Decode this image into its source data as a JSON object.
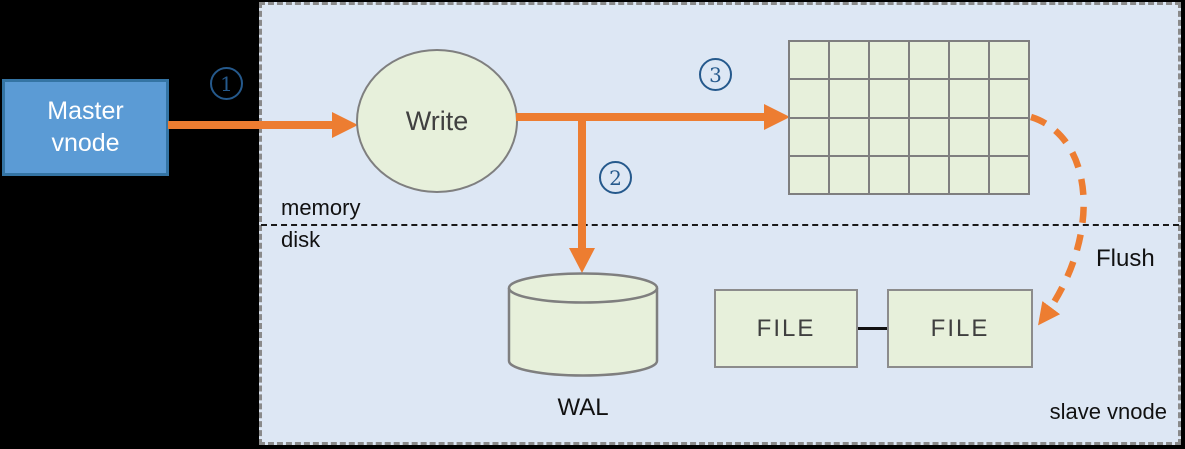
{
  "colors": {
    "accent_orange": "#ED7D31",
    "master_fill": "#5B9BD5",
    "master_border": "#3474A4",
    "node_fill": "#E7F0DB",
    "node_border": "#7F7F7F",
    "panel_bg": "#DDE7F4",
    "step_circle_blue": "#25598C",
    "background": "#000000"
  },
  "master_node": {
    "line1": "Master",
    "line2": "vnode"
  },
  "write_node": {
    "label": "Write"
  },
  "steps": [
    {
      "number": "1"
    },
    {
      "number": "2"
    },
    {
      "number": "3"
    }
  ],
  "mem_table": {
    "rows": 4,
    "cols": 6
  },
  "region_labels": {
    "memory": "memory",
    "disk": "disk"
  },
  "wal": {
    "label": "WAL"
  },
  "files": [
    {
      "label": "FILE"
    },
    {
      "label": "FILE"
    }
  ],
  "flush": {
    "label": "Flush"
  },
  "panel": {
    "label": "slave vnode"
  }
}
